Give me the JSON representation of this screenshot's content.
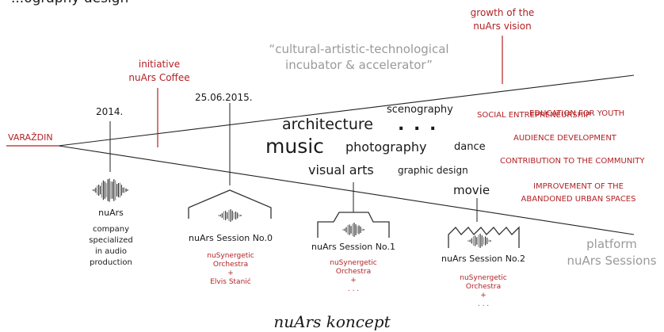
{
  "header": {
    "partial_title": "...ography design",
    "growth_vision": [
      "growth of the",
      "nuArs vision"
    ],
    "incubator": [
      "“cultural-artistic-technological",
      "incubator & accelerator”"
    ]
  },
  "timeline": {
    "origin_label": "VARAŽDIN",
    "initiative": [
      "initiative",
      "nuArs Coffee"
    ],
    "year_2014": "2014.",
    "date_session0": "25.06.2015."
  },
  "disciplines": {
    "scenography": "scenography",
    "architecture": "architecture",
    "ellipsis": ". . .",
    "music": "music",
    "photography": "photography",
    "dance": "dance",
    "visual_arts": "visual arts",
    "graphic_design": "graphic design",
    "movie": "movie"
  },
  "goals": [
    "EDUCATION FOR YOUTH",
    "SOCIAL ENTREPRENEURSHIP",
    "AUDIENCE DEVELOPMENT",
    "CONTRIBUTION TO THE COMMUNITY",
    "IMPROVEMENT OF THE",
    "ABANDONED URBAN SPACES"
  ],
  "company": {
    "name": "nuArs",
    "description": [
      "company",
      "specialized",
      "in audio",
      "production"
    ]
  },
  "sessions": [
    {
      "name": "nuArs Session No.0",
      "lines": [
        "nuSynergetic",
        "Orchestra",
        "+",
        "Elvis Stanić"
      ]
    },
    {
      "name": "nuArs Session No.1",
      "lines": [
        "nuSynergetic",
        "Orchestra",
        "+",
        ". . ."
      ]
    },
    {
      "name": "nuArs Session No.2",
      "lines": [
        "nuSynergetic",
        "Orchestra",
        "+",
        ". . ."
      ]
    }
  ],
  "platform": [
    "platform",
    "nuArs Sessions"
  ],
  "caption": "nuArs koncept",
  "colors": {
    "accent_red": "#b22226",
    "line": "#222222",
    "muted_gray": "#9a9a9a"
  }
}
